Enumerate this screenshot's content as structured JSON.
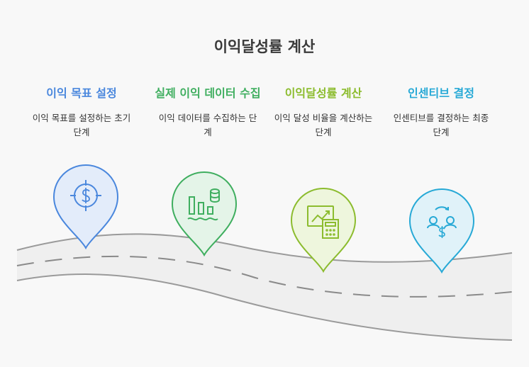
{
  "title": "이익달성률 계산",
  "colors": {
    "blue": "#4a87dd",
    "green": "#3fae5f",
    "lime": "#8cbc2e",
    "cyan": "#27a9d6"
  },
  "steps": [
    {
      "title": "이익 목표 설정",
      "description": "이익 목표를 설정하는 초기 단계",
      "icon": "target-dollar-icon",
      "color": "#4a87dd"
    },
    {
      "title": "실제 이익 데이터 수집",
      "description": "이익 데이터를 수집하는 단계",
      "icon": "bar-chart-database-icon",
      "color": "#3fae5f"
    },
    {
      "title": "이익달성률 계산",
      "description": "이익 달성 비율을 계산하는 단계",
      "icon": "chart-calculator-icon",
      "color": "#8cbc2e"
    },
    {
      "title": "인센티브 결정",
      "description": "인센티브를 결정하는 최종 단계",
      "icon": "people-exchange-dollar-icon",
      "color": "#27a9d6"
    }
  ]
}
